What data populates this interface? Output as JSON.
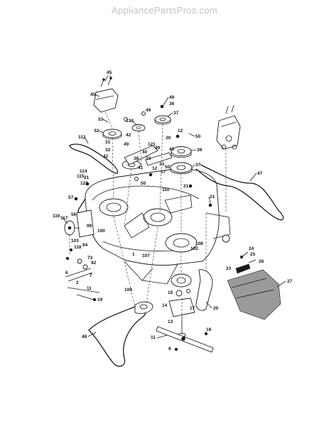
{
  "watermark": "AppliancePartsPros.com",
  "part_labels": [
    "45",
    "45",
    "49",
    "36",
    "37",
    "130",
    "53",
    "49",
    "32",
    "42",
    "30",
    "12",
    "50",
    "31",
    "40",
    "39",
    "49",
    "49",
    "32",
    "37",
    "42",
    "33",
    "121",
    "40",
    "38",
    "41",
    "33",
    "112",
    "17",
    "50",
    "12",
    "114",
    "50",
    "110",
    "21",
    "21",
    "47",
    "122",
    "57",
    "21",
    "116",
    "117",
    "56",
    "118",
    "100",
    "99",
    "1",
    "107",
    "108",
    "102",
    "103",
    "115",
    "94",
    "24",
    "25",
    "26",
    "73",
    "92",
    "6",
    "23",
    "27",
    "109",
    "20",
    "15",
    "14",
    "13",
    "18",
    "11",
    "8",
    "17",
    "48",
    "7",
    "19",
    "2",
    "11"
  ]
}
